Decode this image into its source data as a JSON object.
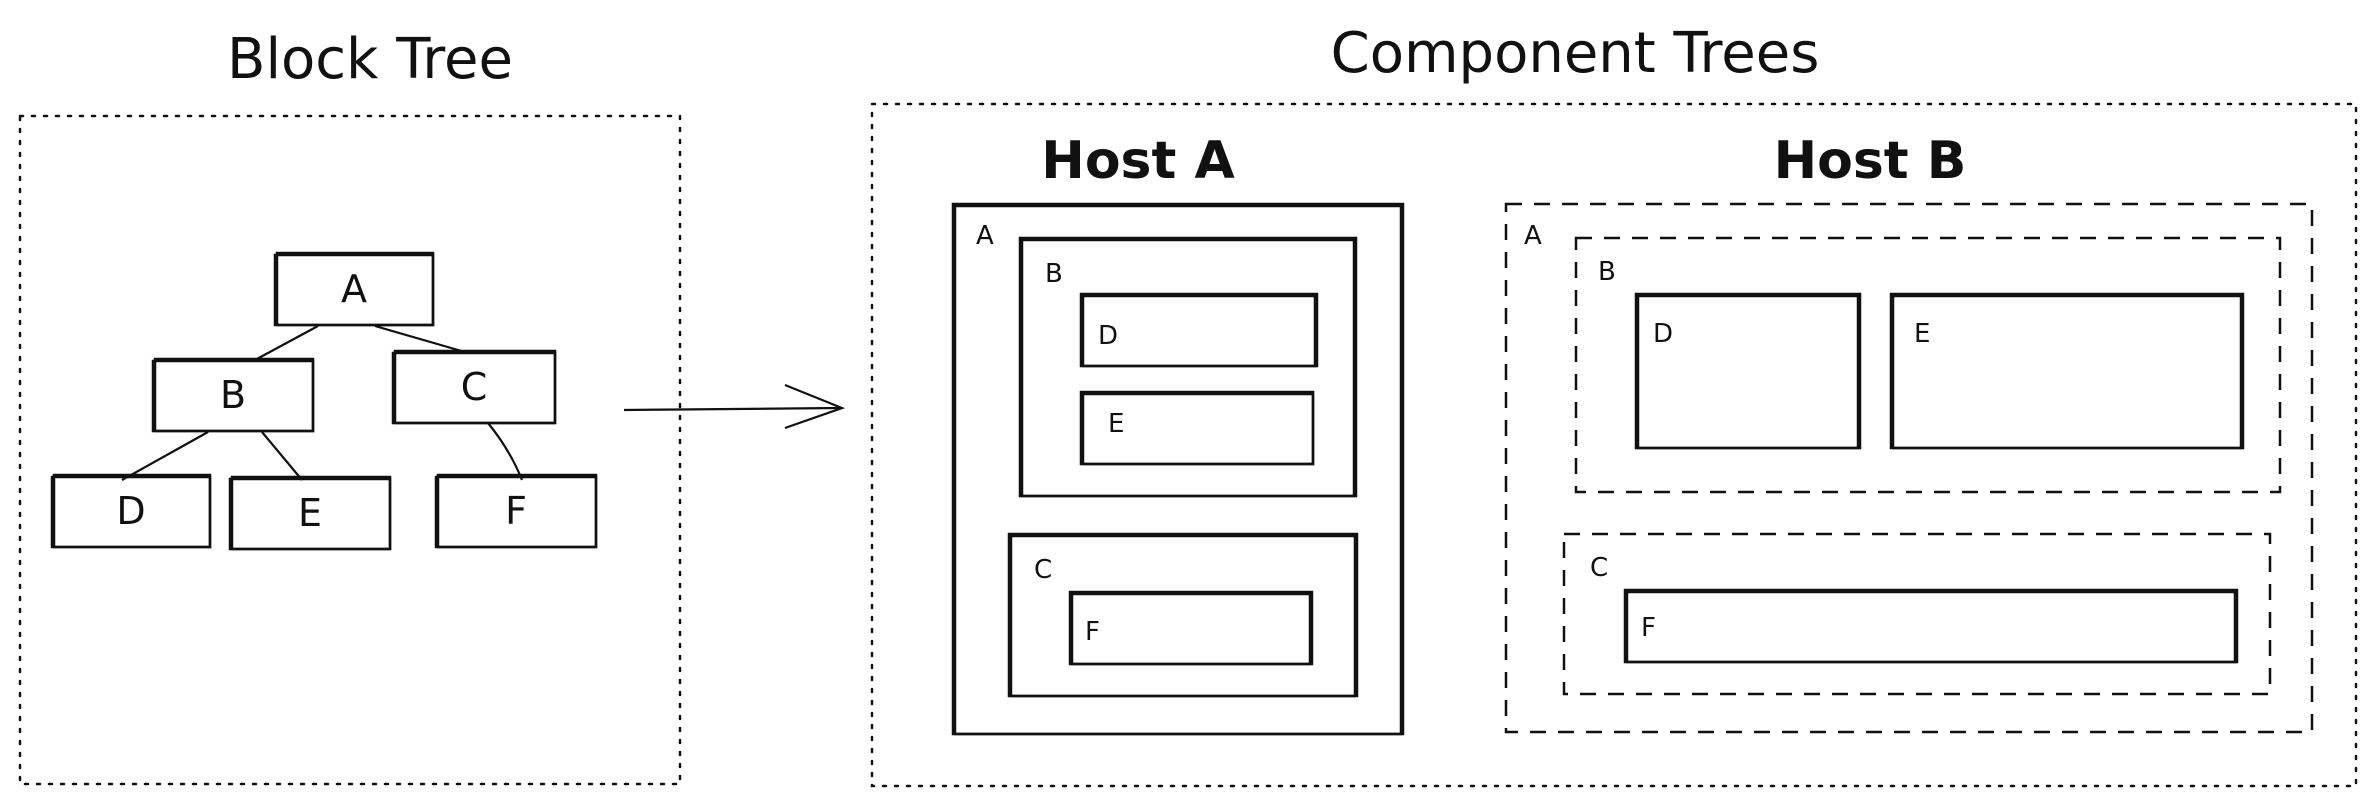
{
  "titles": {
    "block_tree": "Block Tree",
    "component_trees": "Component Trees"
  },
  "hosts": {
    "host_a": "Host A",
    "host_b": "Host B"
  },
  "block_tree": {
    "nodes": {
      "a": "A",
      "b": "B",
      "c": "C",
      "d": "D",
      "e": "E",
      "f": "F"
    }
  },
  "host_a": {
    "a": "A",
    "b": "B",
    "c": "C",
    "d": "D",
    "e": "E",
    "f": "F"
  },
  "host_b": {
    "a": "A",
    "b": "B",
    "c": "C",
    "d": "D",
    "e": "E",
    "f": "F"
  },
  "colors": {
    "stroke": "#111111",
    "hatch_fill": "#e6e8ea",
    "hatch_stroke": "#b9c0c8"
  }
}
